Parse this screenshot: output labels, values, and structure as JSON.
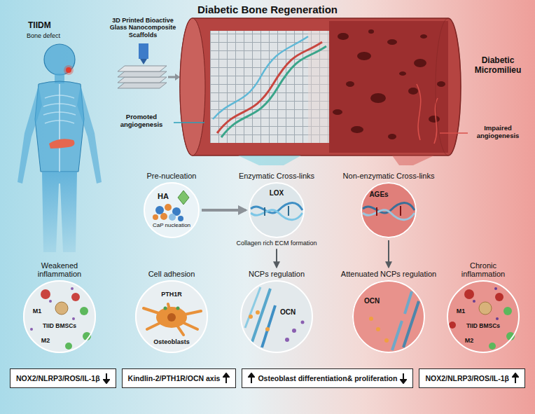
{
  "diagram": {
    "title": "Diabetic Bone Regeneration",
    "nodes": [
      {
        "text": [
          "Pre-nucleation",
          "HA",
          "CaP nucleation"
        ]
      },
      {
        "text": [
          "Enzymatic Cross-links",
          "LOX",
          "Collagen rich ECM formation"
        ]
      },
      {
        "text": [
          "Non-enzymatic Cross-links",
          "AGEs"
        ]
      },
      {
        "text": [
          "Weakened inflammation",
          "M1",
          "TIID BMSCs",
          "M2"
        ]
      },
      {
        "text": [
          "Cell adhesion",
          "PTH1R",
          "Osteoblasts"
        ]
      },
      {
        "text": [
          "NCPs regulation",
          "OCN"
        ]
      },
      {
        "text": [
          "Attenuated NCPs regulation",
          "OCN"
        ]
      },
      {
        "text": [
          "Chronic inflammation",
          "M1",
          "TIID BMSCs",
          "M2"
        ]
      },
      {
        "text": [
          "NOX2/NLRP3/ROS/IL-1β"
        ]
      },
      {
        "text": [
          "Kindlin-2/PTH1R/OCN axis"
        ]
      },
      {
        "text": [
          "Osteoblast differentiation& proliferation"
        ]
      },
      {
        "text": [
          "NOX2/NLRP3/ROS/IL-1β"
        ]
      }
    ],
    "edges": [
      {
        "from": 0,
        "to": 1,
        "arrow": "to"
      },
      {
        "from": 1,
        "to": 5,
        "arrow": "to"
      },
      {
        "from": 2,
        "to": 6,
        "arrow": "to"
      }
    ],
    "labels": [
      "TIIDM",
      "Bone defect",
      "3D Printed Bioactive Glass Nanocomposite Scaffolds",
      "Diabetic Micromilieu",
      "Promoted angiogenesis",
      "Impaired angiogenesis"
    ]
  }
}
